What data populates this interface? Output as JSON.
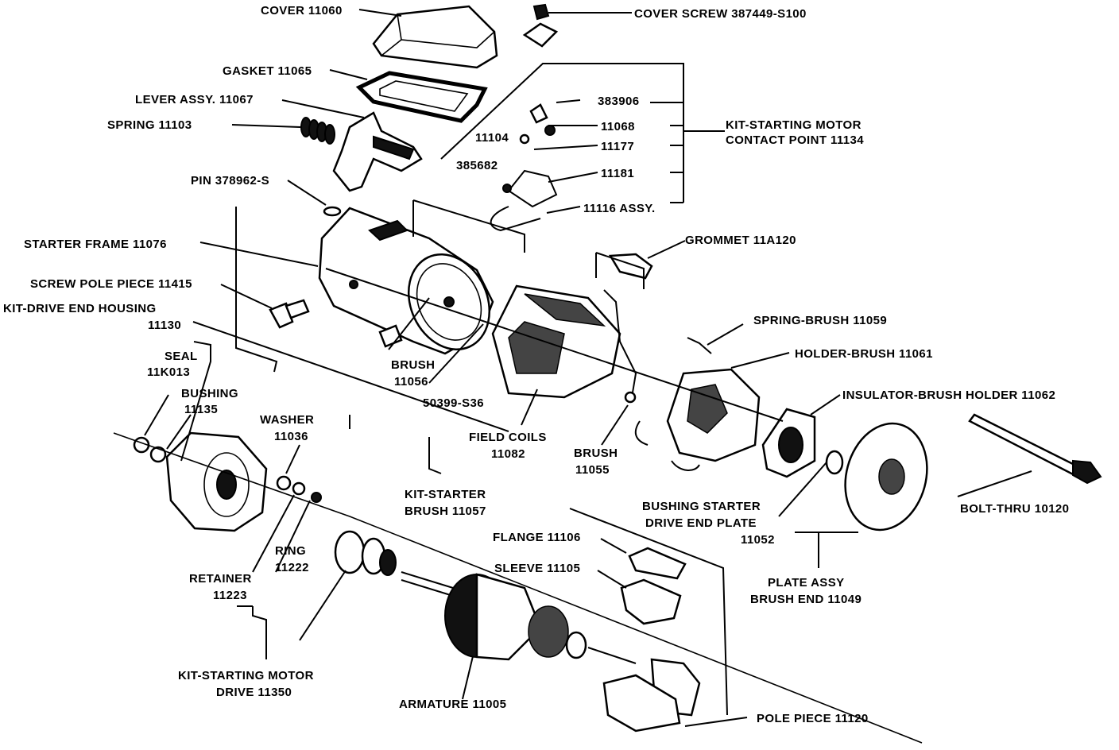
{
  "labels": {
    "cover": "COVER 11060",
    "cover_screw": "COVER SCREW 387449-S100",
    "gasket": "GASKET 11065",
    "lever_assy": "LEVER ASSY. 11067",
    "spring": "SPRING 11103",
    "pin": "PIN 378962-S",
    "starter_frame": "STARTER FRAME 11076",
    "screw_pole_piece": "SCREW POLE PIECE 11415",
    "kit_drive_end_1": "KIT-DRIVE END HOUSING",
    "kit_drive_end_2": "11130",
    "seal_1": "SEAL",
    "seal_2": "11K013",
    "bushing_1": "BUSHING",
    "bushing_2": "11135",
    "washer_1": "WASHER",
    "washer_2": "11036",
    "brush_a_1": "BRUSH",
    "brush_a_2": "11056",
    "part_50399": "50399-S36",
    "field_coils_1": "FIELD COILS",
    "field_coils_2": "11082",
    "brush_b_1": "BRUSH",
    "brush_b_2": "11055",
    "kit_starter_brush_1": "KIT-STARTER",
    "kit_starter_brush_2": "BRUSH 11057",
    "ring_1": "RING",
    "ring_2": "11222",
    "retainer_1": "RETAINER",
    "retainer_2": "11223",
    "kit_starting_drive_1": "KIT-STARTING MOTOR",
    "kit_starting_drive_2": "DRIVE 11350",
    "armature": "ARMATURE 11005",
    "flange": "FLANGE 11106",
    "sleeve": "SLEEVE 11105",
    "pole_piece": "POLE PIECE 11120",
    "part_383906": "383906",
    "part_11068": "11068",
    "part_11177": "11177",
    "part_11181": "11181",
    "part_11104": "11104",
    "part_385682": "385682",
    "part_11116": "11116 ASSY.",
    "kit_contact_1": "KIT-STARTING MOTOR",
    "kit_contact_2": "CONTACT POINT 11134",
    "grommet": "GROMMET 11A120",
    "spring_brush": "SPRING-BRUSH 11059",
    "holder_brush": "HOLDER-BRUSH 11061",
    "insulator": "INSULATOR-BRUSH HOLDER 11062",
    "bolt_thru": "BOLT-THRU 10120",
    "bushing_starter_1": "BUSHING STARTER",
    "bushing_starter_2": "DRIVE END PLATE",
    "bushing_starter_3": "11052",
    "plate_assy_1": "PLATE ASSY",
    "plate_assy_2": "BRUSH END 11049"
  }
}
